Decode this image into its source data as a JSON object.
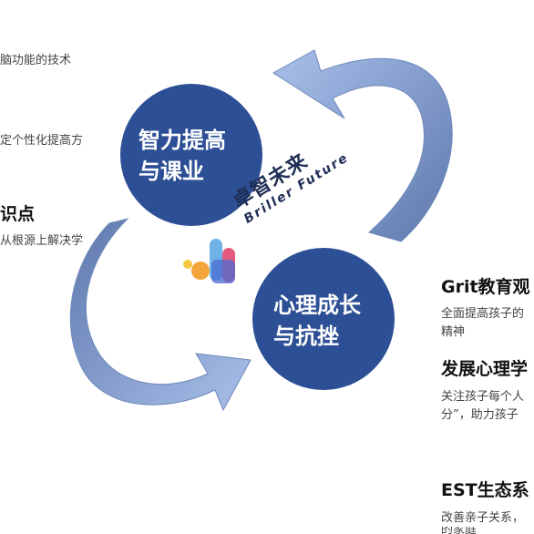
{
  "left": {
    "line1": "脑功能的技术",
    "line2": "定个性化提高方",
    "heading": "识点",
    "line3": "从根源上解决学"
  },
  "circles": {
    "top_line1": "智力提高",
    "top_line2": "与课业",
    "bottom_line1": "心理成长",
    "bottom_line2": "与抗挫"
  },
  "brand": {
    "cn": "卓智未来",
    "en": "Briller Future"
  },
  "right": {
    "s1_title": "Grit教育观",
    "s1_line1": "全面提高孩子的",
    "s1_line2": "精神",
    "s2_title": "发展心理学",
    "s2_line1": "关注孩子每个人",
    "s2_line2": "分”，助力孩子",
    "s3_title": "EST生态系",
    "s3_line1": "改善亲子关系，",
    "s3_line2": "的家庭"
  },
  "colors": {
    "circle": "#2d4f95",
    "arrow": "#8ba7d8",
    "arrow_dark": "#5873a8"
  }
}
